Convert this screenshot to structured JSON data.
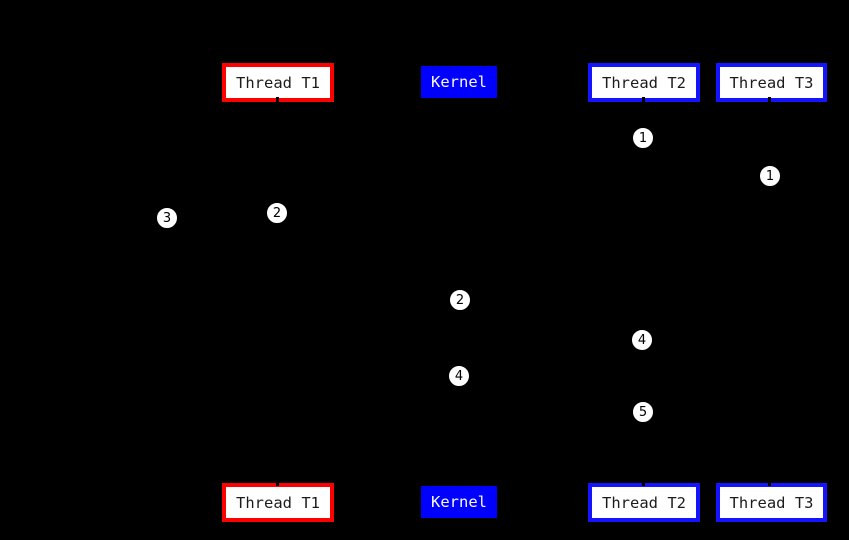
{
  "figure": {
    "description": "Thread scheduling sequence diagram on black background",
    "background_color": "#000000",
    "colors": {
      "thread_t1_border": "#ff0000",
      "thread_t2_t3_border": "#1414ff",
      "kernel_fill": "#0000ff",
      "box_fill": "#ffffff",
      "box_text": "#1c1c1c",
      "kernel_text": "#fafafa",
      "marker_fill": "#ffffff",
      "marker_text": "#000000"
    },
    "boxes": {
      "top": [
        {
          "label": "Thread T1"
        },
        {
          "label": "Kernel"
        },
        {
          "label": "Thread T2"
        },
        {
          "label": "Thread T3"
        }
      ],
      "bottom": [
        {
          "label": "Thread T1"
        },
        {
          "label": "Kernel"
        },
        {
          "label": "Thread T2"
        },
        {
          "label": "Thread T3"
        }
      ]
    },
    "markers": [
      {
        "label": "1"
      },
      {
        "label": "1"
      },
      {
        "label": "2"
      },
      {
        "label": "3"
      },
      {
        "label": "2"
      },
      {
        "label": "4"
      },
      {
        "label": "4"
      },
      {
        "label": "5"
      }
    ]
  }
}
